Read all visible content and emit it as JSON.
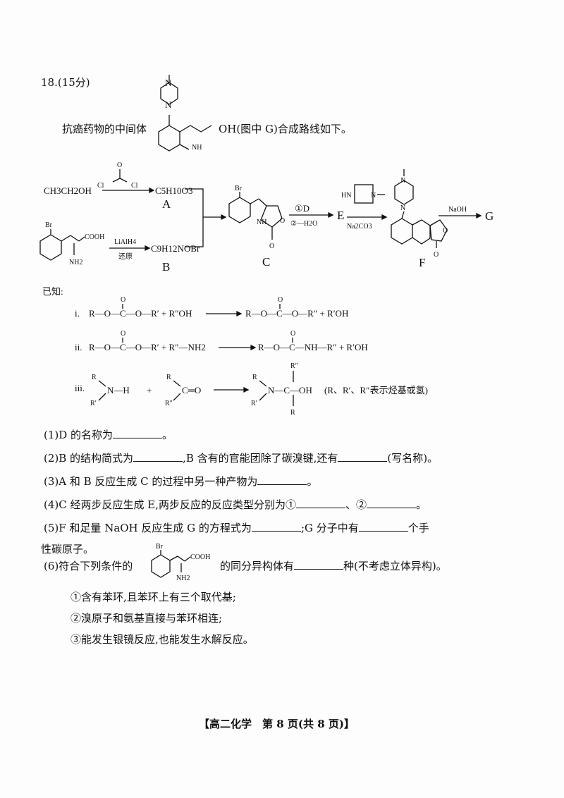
{
  "question": {
    "number": "18.(15分)",
    "intro_before": "抗癌药物的中间体",
    "intro_after": "OH(图中 G)合成路线如下。"
  },
  "scheme": {
    "ethanol": "CH3CH2OH",
    "phosgene_o": "O",
    "cl": "Cl",
    "A_formula": "C5H10O3",
    "A": "A",
    "br": "Br",
    "cooh": "COOH",
    "nh2": "NH2",
    "reagent_b": "LiAlH4",
    "reduce": "还原",
    "B_formula": "C9H12NOBr",
    "B": "B",
    "nh": "NH",
    "o": "O",
    "C": "C",
    "step1": "①D",
    "step2": "②—H2O",
    "E": "E",
    "hn": "HN",
    "n": "N",
    "na2co3": "Na2CO3",
    "F": "F",
    "naoh": "NaOH",
    "G": "G"
  },
  "known": {
    "title": "已知:",
    "i": {
      "label": "i.",
      "lhs": "R—O—C—O—R′ + R″OH",
      "rhs": "R—O—C—O—R″ + R′OH"
    },
    "ii": {
      "label": "ii.",
      "lhs": "R—O—C—O—R′ + R″—NH2",
      "rhs": "R—O—C—NH—R″ + R′OH"
    },
    "iii": {
      "label": "iii.",
      "r": "R",
      "r1": "R′",
      "r2": "R″",
      "nh": "N—H",
      "plus": "+",
      "co": "C═O",
      "product": "N—C—OH",
      "note": "(R、R′、R″表示烃基或氢)"
    }
  },
  "questions": [
    {
      "pre": "(1)D 的名称为",
      "post": "。"
    },
    {
      "pre": "(2)B 的结构简式为",
      "mid": ",B 含有的官能团除了碳溴键,还有",
      "post": "(写名称)。"
    },
    {
      "pre": "(3)A 和 B 反应生成 C 的过程中另一种产物为",
      "post": "。"
    },
    {
      "pre": "(4)C 经两步反应生成 E,两步反应的反应类型分别为①",
      "mid": "、②",
      "post": "。"
    },
    {
      "pre": "(5)F 和足量 NaOH 反应生成 G 的方程式为",
      "mid": ";G 分子中有",
      "post": "个手",
      "cont": "性碳原子。"
    },
    {
      "pre": "(6)符合下列条件的",
      "mid": "的同分异构体有",
      "post": "种(不考虑立体异构)。"
    }
  ],
  "conditions": [
    "①含有苯环,且苯环上有三个取代基;",
    "②溴原子和氨基直接与苯环相连;",
    "③能发生银镜反应,也能发生水解反应。"
  ],
  "footer": "【高二化学　第 8 页(共 8 页)】"
}
